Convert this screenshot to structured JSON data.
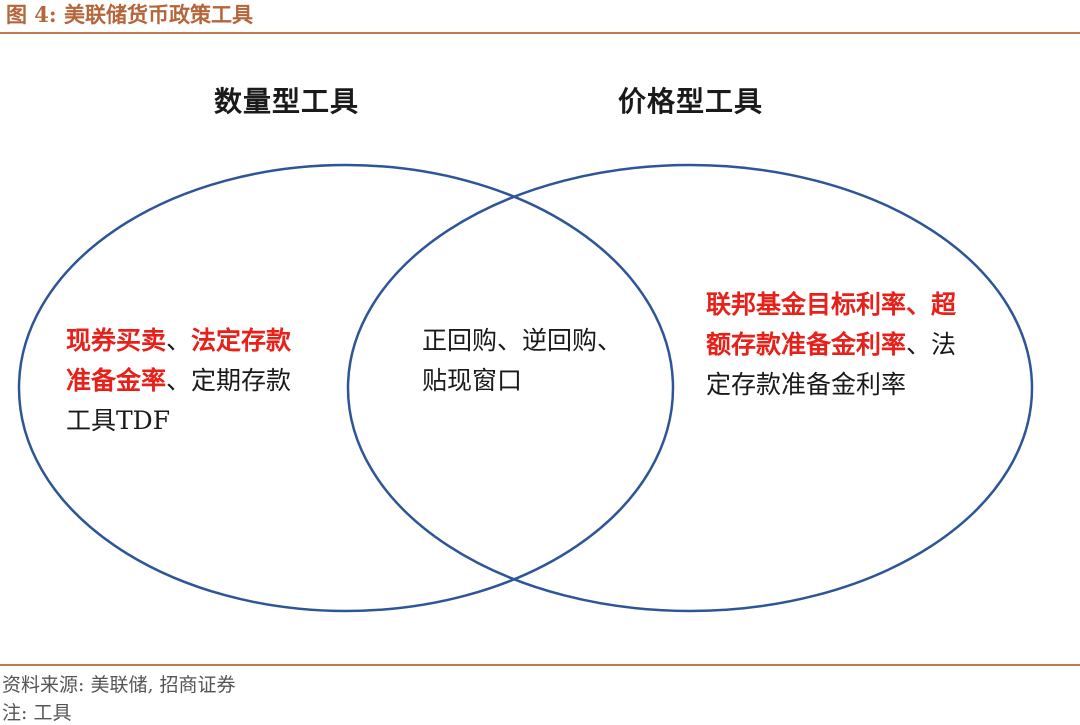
{
  "header": {
    "title": "图 4:  美联储货币政策工具"
  },
  "venn": {
    "left_label": "数量型工具",
    "right_label": "价格型工具",
    "left_only": {
      "line1_red_a": "现券买卖",
      "line1_sep": "、",
      "line1_red_b": "法定存款",
      "line2_red": "准备金率",
      "line2_rest": "、定期存款",
      "line3": "工具TDF"
    },
    "overlap": {
      "line1": "正回购、逆回购、",
      "line2": "贴现窗口"
    },
    "right_only": {
      "line1_red": "联邦基金目标利率、超",
      "line2_red": "额存款准备金利率",
      "line2_rest": "、法",
      "line3": "定存款准备金利率"
    },
    "colors": {
      "circle_stroke": "#2e5597",
      "highlight": "#e8201a",
      "title": "#b5653a",
      "rule": "#c07a50"
    }
  },
  "footer": {
    "source": "资料来源:  美联储,  招商证券",
    "note": "注:  工具"
  }
}
